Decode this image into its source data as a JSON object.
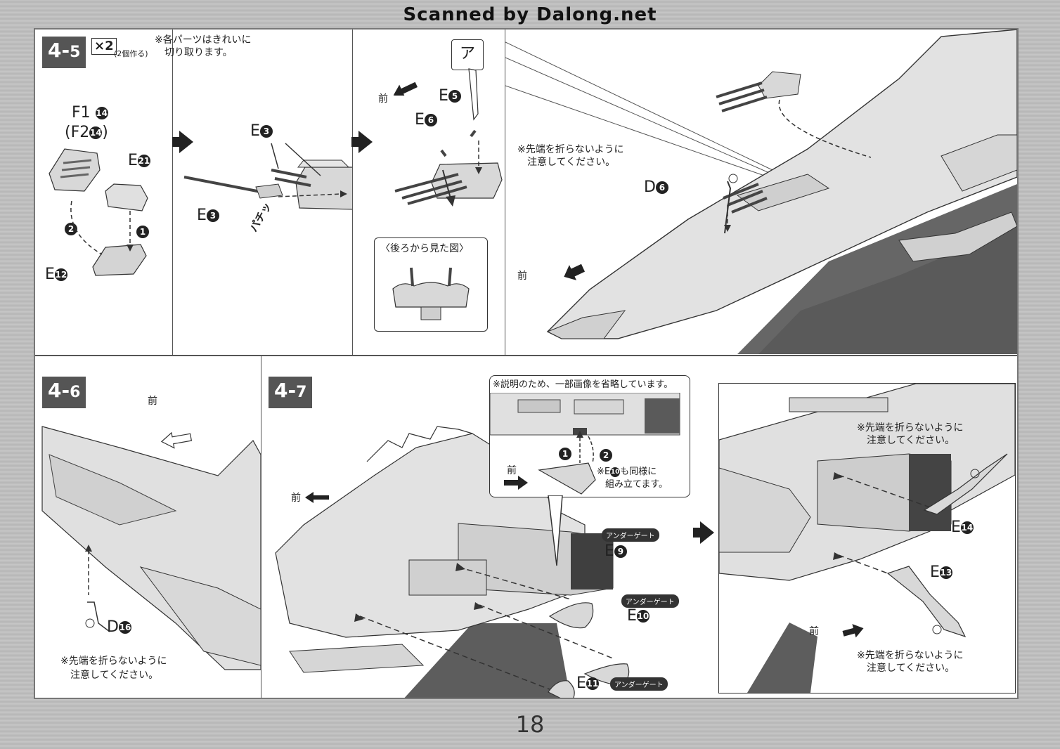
{
  "watermark": "Scanned by Dalong.net",
  "page_number": "18",
  "step_4_5": {
    "badge_main": "4-",
    "badge_sub": "5",
    "multiplier": "×2",
    "multiplier_note": "(2個作る)",
    "note_line1": "※各パーツはきれいに",
    "note_line2": "切り取ります。",
    "parts": {
      "f1": "F1",
      "f1_num": "14",
      "f2": "(F2",
      "f2_num": "14",
      "f2_close": ")",
      "e21": "E",
      "e21_num": "21",
      "e12": "E",
      "e12_num": "12",
      "e3_top": "E",
      "e3_top_num": "3",
      "e3_bottom": "E",
      "e3_bottom_num": "3",
      "e5": "E",
      "e5_num": "5",
      "e6": "E",
      "e6_num": "6",
      "d6": "D",
      "d6_num": "6"
    },
    "order_marks": [
      "2",
      "1"
    ],
    "snap_text": "パチッ",
    "callout_symbol": "ア",
    "front_label": "前",
    "rear_view_title": "〈後ろから見た図〉",
    "caution_line1": "※先端を折らないように",
    "caution_line2": "注意してください。"
  },
  "step_4_6": {
    "badge_main": "4-",
    "badge_sub": "6",
    "front_label": "前",
    "part": "D",
    "part_num": "16",
    "caution_line1": "※先端を折らないように",
    "caution_line2": "注意してください。"
  },
  "step_4_7": {
    "badge_main": "4-",
    "badge_sub": "7",
    "front_label": "前",
    "inset_note": "※説明のため、一部画像を省略しています。",
    "inset_order_marks": [
      "1",
      "2"
    ],
    "inset_same_note_line1": "※E",
    "inset_same_note_num": "10",
    "inset_same_note_line1b": "も同様に",
    "inset_same_note_line2": "組み立てます。",
    "undergate_label": "アンダーゲート",
    "e9": "E",
    "e9_num": "9",
    "e10": "E",
    "e10_num": "10",
    "e11": "E",
    "e11_num": "11"
  },
  "step_right_bottom": {
    "caution_top_line1": "※先端を折らないように",
    "caution_top_line2": "注意してください。",
    "e14": "E",
    "e14_num": "14",
    "e13": "E",
    "e13_num": "13",
    "front_label": "前",
    "caution_bottom_line1": "※先端を折らないように",
    "caution_bottom_line2": "注意してください。"
  }
}
